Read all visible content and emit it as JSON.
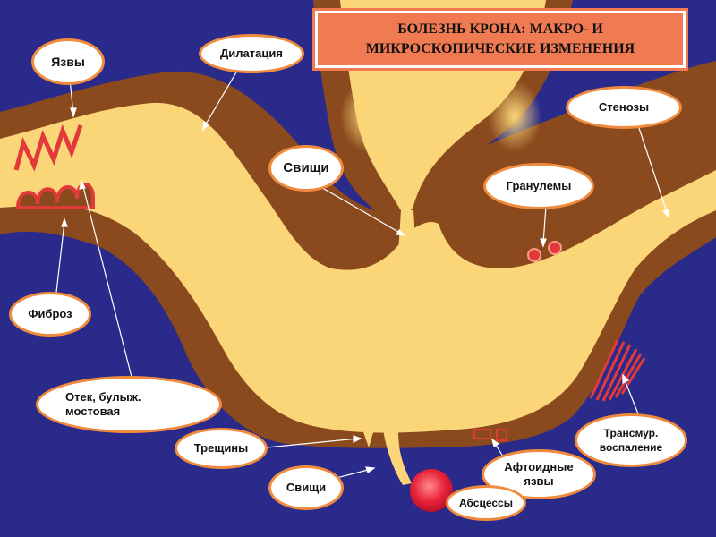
{
  "title": {
    "line1": "БОЛЕЗНЬ КРОНА: МАКРО- И",
    "line2": "МИКРОСКОПИЧЕСКИЕ ИЗМЕНЕНИЯ"
  },
  "labels": {
    "ulcers": "Язвы",
    "dilatation": "Дилатация",
    "strictures": "Стенозы",
    "fistulas_top": "Свищи",
    "granulomas": "Гранулемы",
    "fibrosis": "Фиброз",
    "edema_line1": "Отек, булыж.",
    "edema_line2": "мостовая",
    "fissures": "Трещины",
    "fistulas_bottom": "Свищи",
    "aphthous_line1": "Афтоидные",
    "aphthous_line2": "язвы",
    "abscesses": "Абсцессы",
    "transmural_line1": "Трансмур.",
    "transmural_line2": "воспаление"
  },
  "colors": {
    "background": "#2a2a8a",
    "wall": "#8a4a1e",
    "lumen": "#fbd678",
    "label_border": "#f08a3c",
    "title_fill": "#f07a52",
    "lesion": "#e23a3a"
  }
}
